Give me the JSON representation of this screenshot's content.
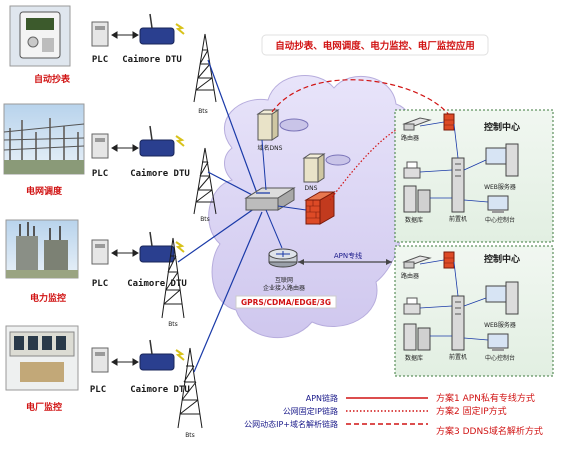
{
  "title": "自动抄表、电网调度、电力监控、电厂监控应用",
  "scenarios": [
    {
      "label": "自动抄表",
      "plc": "PLC",
      "dtu": "Caimore DTU",
      "bts": "Bts"
    },
    {
      "label": "电网调度",
      "plc": "PLC",
      "dtu": "Caimore DTU",
      "bts": "Bts"
    },
    {
      "label": "电力监控",
      "plc": "PLC",
      "dtu": "Caimore DTU",
      "bts": "Bts"
    },
    {
      "label": "电厂监控",
      "plc": "PLC",
      "dtu": "Caimore DTU",
      "bts": "Bts"
    }
  ],
  "network": {
    "dns_top": "域名DNS",
    "dns": "DNS",
    "router_label": "互联网\n企业接入路由器",
    "router_line1": "互联网",
    "router_line2": "企业接入路由器",
    "networks": "GPRS/CDMA/EDGE/3G",
    "apn_line": "APN专线"
  },
  "control_centers": [
    {
      "title": "控制中心",
      "router": "路由器",
      "web_server": "WEB服务器",
      "database": "数据库",
      "front_end": "前置机",
      "console": "中心控制台"
    },
    {
      "title": "控制中心",
      "router": "路由器",
      "web_server": "WEB服务器",
      "database": "数据库",
      "front_end": "前置机",
      "console": "中心控制台"
    }
  ],
  "legend": [
    {
      "link": "APN链路",
      "scheme": "方案1 APN私有专线方式",
      "style": "solid",
      "color": "#d11414"
    },
    {
      "link": "公网固定IP链路",
      "scheme": "方案2 固定IP方式",
      "style": "dotted",
      "color": "#d11414"
    },
    {
      "link": "公网动态IP+域名解析链路",
      "scheme": "方案3 DDNS域名解析方式",
      "style": "dashed",
      "color": "#d11414"
    }
  ],
  "colors": {
    "accent_red": "#d11414",
    "link_blue": "#1a3aa8",
    "cloud_fill": "#dcd6f2",
    "center_fill": "#eaf2ea"
  }
}
